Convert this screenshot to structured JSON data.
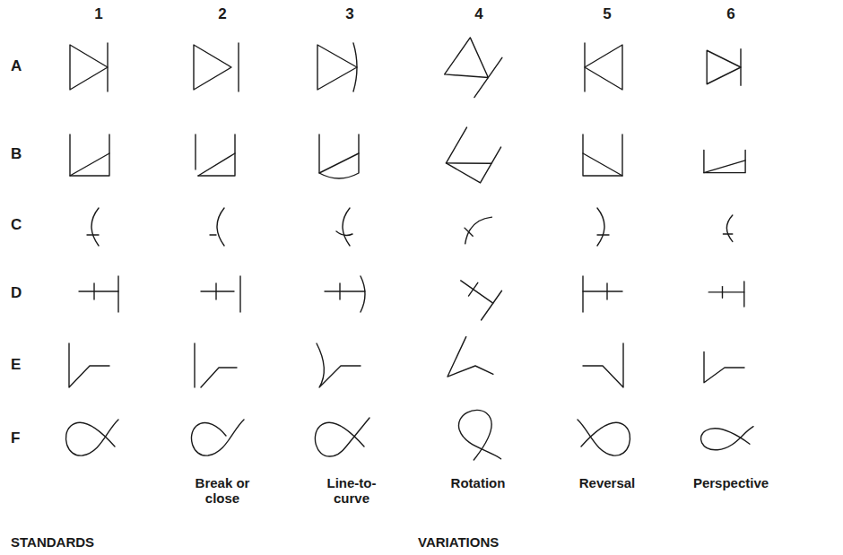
{
  "diagram": {
    "labels": [
      "1",
      "2",
      "3",
      "4",
      "5",
      "6",
      "A",
      "B",
      "C",
      "D",
      "E",
      "F",
      "Break or close",
      "Line-to-curve",
      "Rotation",
      "Reversal",
      "Perspective",
      "STANDARDS",
      "VARIATIONS"
    ]
  }
}
